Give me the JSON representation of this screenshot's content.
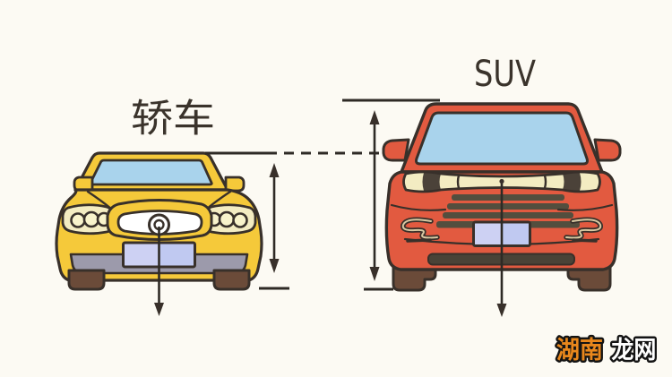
{
  "labels": {
    "sedan": "轿车",
    "suv": "SUV"
  },
  "watermark": {
    "brand_part1": "湖南",
    "brand_part2": "龙网"
  },
  "colors": {
    "background": "#fcfaf3",
    "outline": "#38302a",
    "annotation": "#2e2a25",
    "label-text": "#3a332b",
    "sedan-body": "#f5c93a",
    "suv-body": "#e25a40",
    "windshield": "#a9d3ec",
    "headlight": "#f3ecc2",
    "headlight-lamp": "#f8f3cb",
    "license-plate": "#cdd1f3",
    "license-plate-right": "#b7c2ee",
    "tire": "#6b4b39",
    "bumper-gray": "#9c9aab",
    "bumper-strip": "#4a4337",
    "grille-slat": "#534e3e",
    "grille-white": "#ffffff",
    "fog-tan": "#d9c9a2",
    "watermark-orange": "#e8871c",
    "watermark-white": "#ffffff",
    "watermark-stroke": "#141414"
  }
}
